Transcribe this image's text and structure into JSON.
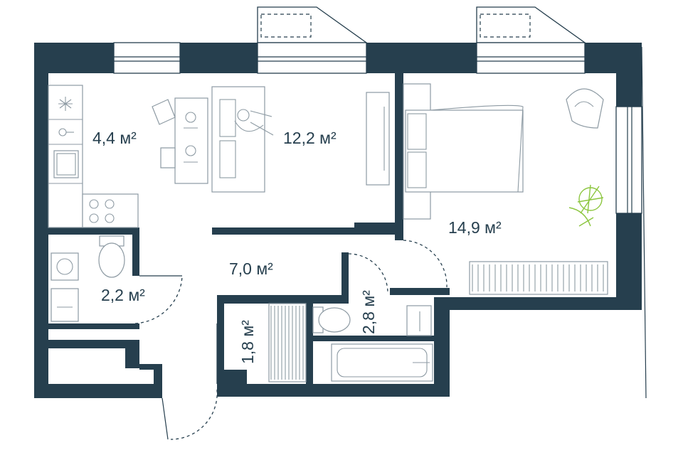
{
  "rooms": {
    "kitchen": {
      "area": "4,4 м²"
    },
    "living": {
      "area": "12,2 м²"
    },
    "bedroom": {
      "area": "14,9 м²"
    },
    "hallway": {
      "area": "7,0 м²"
    },
    "bathroom_small": {
      "area": "2,2 м²"
    },
    "storage": {
      "area": "1,8 м²"
    },
    "bathroom": {
      "area": "2,8 м²"
    }
  },
  "colors": {
    "walls": "#263f4e",
    "furniture": "#8d9aa3",
    "plant": "#8cc63f",
    "background": "#ffffff"
  }
}
